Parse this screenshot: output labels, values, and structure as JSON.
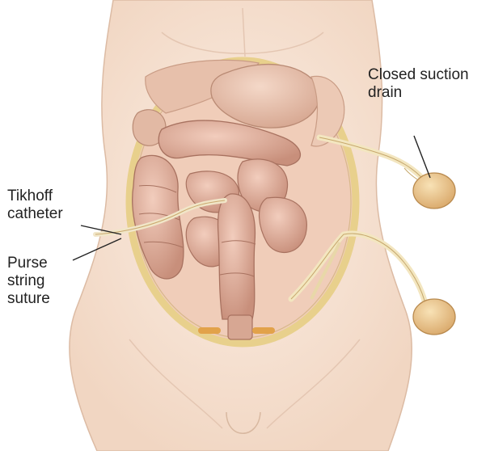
{
  "labels": {
    "drain": {
      "line1": "Closed suction",
      "line2": "drain"
    },
    "tikhoff": {
      "line1": "Tikhoff",
      "line2": "catheter"
    },
    "purse": {
      "line1": "Purse",
      "line2": "string",
      "line3": "suture"
    }
  },
  "colors": {
    "skin": "#f6e2d2",
    "skin_outline": "#d8b8a0",
    "bowel": "#e0b2a0",
    "bowel_dark": "#b77e6c",
    "stomach": "#e9c4b0",
    "drain_tube": "#f3e8c0",
    "drain_bulb": "#e9c28c",
    "packing_ring": "#f1dc9a",
    "leader": "#222222"
  }
}
